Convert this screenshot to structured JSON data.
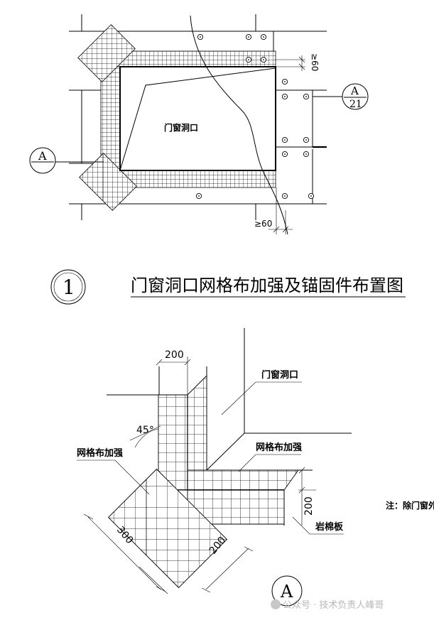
{
  "top_plan": {
    "opening_label": "门窗洞口",
    "dim_top": "≥60",
    "dim_bottom": "≥60",
    "callout_a": {
      "top": "A",
      "bottom": ""
    },
    "callout_a21": {
      "top": "A",
      "bottom": "21"
    }
  },
  "title": {
    "number": "1",
    "text": "门窗洞口网格布加强及锚固件布置图"
  },
  "detail": {
    "opening_label": "门窗洞口",
    "mesh_label_left": "网格布加强",
    "mesh_label_right": "网格布加强",
    "board_label": "岩棉板",
    "angle": "45°",
    "dim_200_top": "200",
    "dim_200_right": "200",
    "dim_300": "300",
    "dim_200_diag": "200",
    "marker": "A"
  },
  "note": "注：除门窗外",
  "watermark": "公众号 · 技术负责人峰哥"
}
